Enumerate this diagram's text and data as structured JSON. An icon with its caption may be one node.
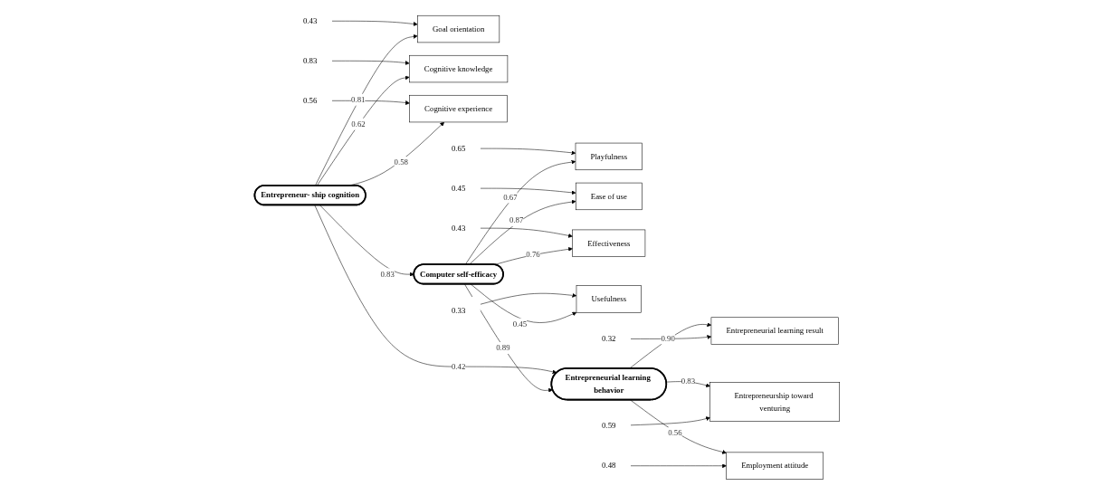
{
  "diagram": {
    "nodes": [
      {
        "text": [
          "0.43"
        ]
      },
      {
        "text": [
          "Goal orientation"
        ]
      },
      {
        "text": [
          "0.83"
        ]
      },
      {
        "text": [
          "Cognitive knowledge"
        ]
      },
      {
        "text": [
          "0.56"
        ]
      },
      {
        "text": [
          "Cognitive experience"
        ]
      },
      {
        "text": [
          "0.65"
        ]
      },
      {
        "text": [
          "Playfulness"
        ]
      },
      {
        "text": [
          "0.45"
        ]
      },
      {
        "text": [
          "Ease of use"
        ]
      },
      {
        "text": [
          "0.43"
        ]
      },
      {
        "text": [
          "Effectiveness"
        ]
      },
      {
        "text": [
          "0.33"
        ]
      },
      {
        "text": [
          "Usefulness"
        ]
      },
      {
        "text": [
          "Entrepreneur- ship cognition"
        ]
      },
      {
        "text": [
          "Computer self-efficacy"
        ]
      },
      {
        "text": [
          "Entrepreneurial learning behavior"
        ]
      },
      {
        "text": [
          "Entrepreneurial learning result"
        ]
      },
      {
        "text": [
          "0.32"
        ]
      },
      {
        "text": [
          "Entrepreneurship toward venturing"
        ]
      },
      {
        "text": [
          "0.59"
        ]
      },
      {
        "text": [
          "Employment attitude"
        ]
      },
      {
        "text": [
          "0.48"
        ]
      }
    ],
    "edges": [
      {
        "from": 0,
        "to": 1,
        "arrow": "to"
      },
      {
        "from": 2,
        "to": 3,
        "arrow": "to"
      },
      {
        "from": 4,
        "to": 5,
        "arrow": "to"
      },
      {
        "from": 6,
        "to": 7,
        "arrow": "to"
      },
      {
        "from": 8,
        "to": 9,
        "arrow": "to"
      },
      {
        "from": 10,
        "to": 11,
        "arrow": "to"
      },
      {
        "from": 12,
        "to": 13,
        "arrow": "to"
      },
      {
        "from": 14,
        "to": 1,
        "label": "0.81",
        "arrow": "to"
      },
      {
        "from": 14,
        "to": 3,
        "label": "0.62",
        "arrow": "to"
      },
      {
        "from": 14,
        "to": 5,
        "label": "0.58",
        "arrow": "to"
      },
      {
        "from": 14,
        "to": 16,
        "label": "0.42",
        "arrow": "to"
      },
      {
        "from": 14,
        "to": 15,
        "label": "0.83",
        "arrow": "to"
      },
      {
        "from": 15,
        "to": 7,
        "label": "0.67",
        "arrow": "to"
      },
      {
        "from": 15,
        "to": 9,
        "label": "0.87",
        "arrow": "to"
      },
      {
        "from": 15,
        "to": 11,
        "label": "0.76",
        "arrow": "to"
      },
      {
        "from": 15,
        "to": 13,
        "label": "0.45",
        "arrow": "to"
      },
      {
        "from": 15,
        "to": 16,
        "label": "0.89",
        "arrow": "to"
      },
      {
        "from": 16,
        "to": 17,
        "label": "0.90",
        "arrow": "to"
      },
      {
        "from": 16,
        "to": 19,
        "label": "0.83",
        "arrow": "to"
      },
      {
        "from": 16,
        "to": 21,
        "label": "0.56",
        "arrow": "to"
      },
      {
        "from": 18,
        "to": 17,
        "arrow": "to"
      },
      {
        "from": 20,
        "to": 19,
        "arrow": "to"
      },
      {
        "from": 22,
        "to": 21,
        "arrow": "to"
      }
    ]
  }
}
